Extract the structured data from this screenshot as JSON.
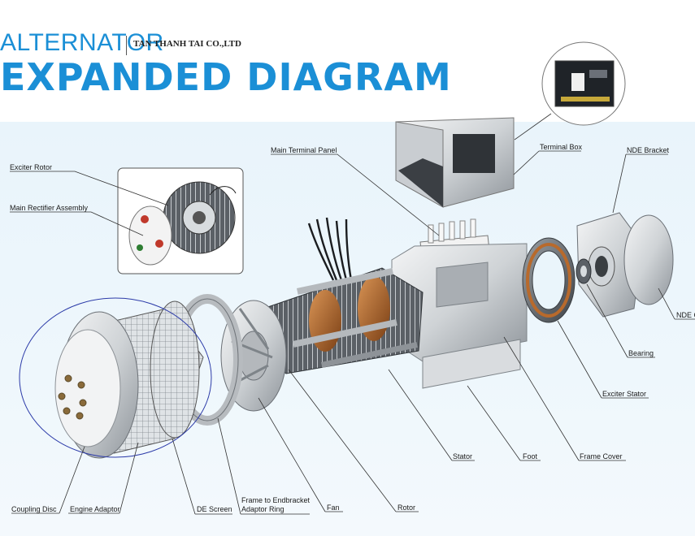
{
  "header": {
    "title_top": "ALTERNATOR",
    "company": "TAN THANH TAI CO.,LTD",
    "title_main": "EXPANDED DIAGRAM"
  },
  "labels": {
    "exciter_rotor": "Exciter Rotor",
    "main_rectifier_assembly": "Main Rectifier Assembly",
    "main_terminal_panel": "Main Terminal Panel",
    "terminal_box": "Terminal Box",
    "nde_bracket": "NDE Bracket",
    "nde_cover": "NDE C",
    "bearing": "Bearing",
    "exciter_stator": "Exciter Stator",
    "frame_cover": "Frame Cover",
    "foot": "Foot",
    "stator": "Stator",
    "rotor": "Rotor",
    "fan": "Fan",
    "frame_adaptor_line1": "Frame to Endbracket",
    "frame_adaptor_line2": "Adaptor Ring",
    "de_screen": "DE Screen",
    "engine_adaptor": "Engine Adaptor",
    "coupling_disc": "Coupling Disc"
  },
  "colors": {
    "accent": "#1b8fd6",
    "panel_bg": "#eaf5fb",
    "metal_light": "#e3e6e8",
    "metal_mid": "#a9aeb3",
    "metal_dark": "#4b4f55",
    "copper": "#b86a2c"
  }
}
